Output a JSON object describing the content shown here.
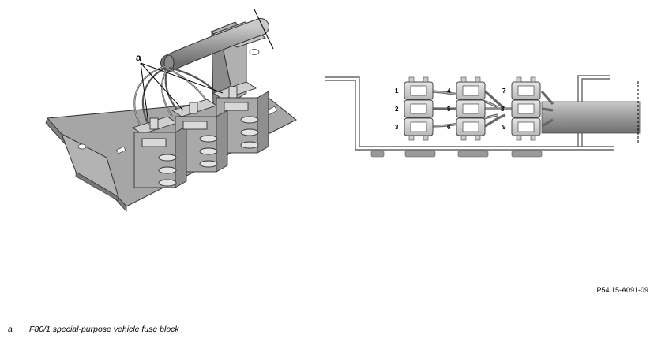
{
  "callout": {
    "label": "a"
  },
  "fuse_positions": [
    "1",
    "2",
    "3",
    "4",
    "5",
    "6",
    "7",
    "8",
    "9"
  ],
  "figure_code": "P54.15-A091-09",
  "legend": [
    {
      "key": "a",
      "text": "F80/1 special-purpose vehicle fuse block"
    }
  ]
}
